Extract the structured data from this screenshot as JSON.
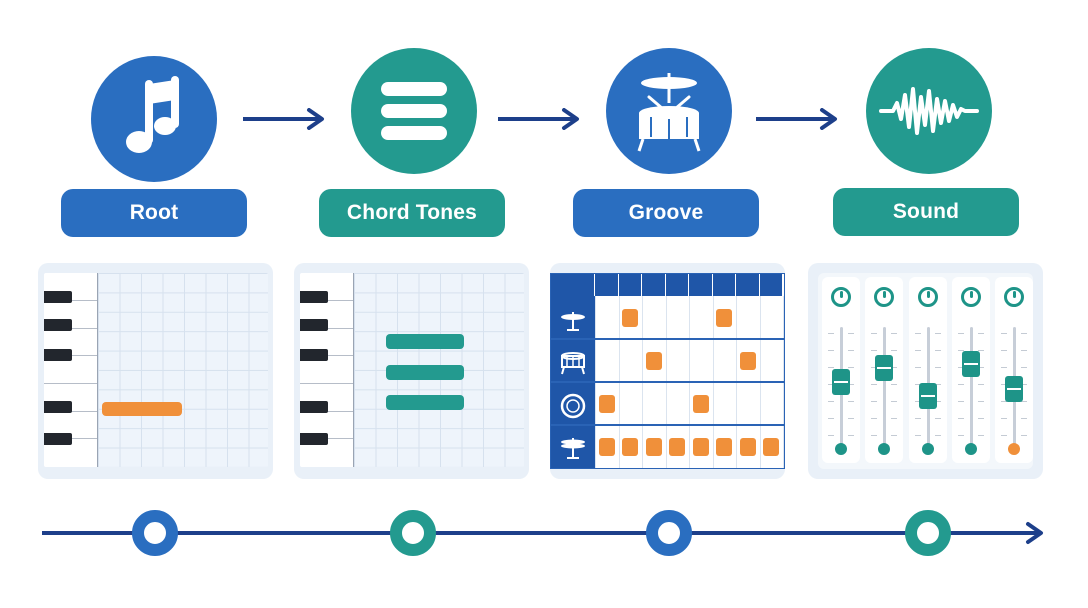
{
  "colors": {
    "blue": "#2a6ec0",
    "teal": "#239a8f",
    "navy": "#1d3f8a",
    "orange": "#f0903a",
    "panel": "#e9f0f8"
  },
  "steps": [
    {
      "label": "Root",
      "icon": "music-note-icon",
      "color": "#2a6ec0"
    },
    {
      "label": "Chord Tones",
      "icon": "stacked-bars-icon",
      "color": "#239a8f"
    },
    {
      "label": "Groove",
      "icon": "drum-kit-icon",
      "color": "#2a6ec0"
    },
    {
      "label": "Sound",
      "icon": "waveform-icon",
      "color": "#239a8f"
    }
  ],
  "drum_grid": {
    "steps": 8,
    "rows": [
      {
        "icon": "cymbal-icon",
        "hits": [
          2,
          6
        ]
      },
      {
        "icon": "snare-drum-icon",
        "hits": [
          3,
          7
        ]
      },
      {
        "icon": "bass-drum-icon",
        "hits": [
          1,
          5
        ]
      },
      {
        "icon": "hi-hat-icon",
        "hits": [
          1,
          2,
          3,
          4,
          5,
          6,
          7,
          8
        ]
      }
    ]
  },
  "mixer": {
    "channels": [
      {
        "fader_level": 0.55,
        "dot": "#1e9488"
      },
      {
        "fader_level": 0.7,
        "dot": "#1e9488"
      },
      {
        "fader_level": 0.4,
        "dot": "#1e9488"
      },
      {
        "fader_level": 0.75,
        "dot": "#1e9488"
      },
      {
        "fader_level": 0.48,
        "dot": "#f0903a"
      }
    ]
  },
  "timeline": {
    "node_colors": [
      "#2a6ec0",
      "#239a8f",
      "#2a6ec0",
      "#239a8f"
    ]
  }
}
